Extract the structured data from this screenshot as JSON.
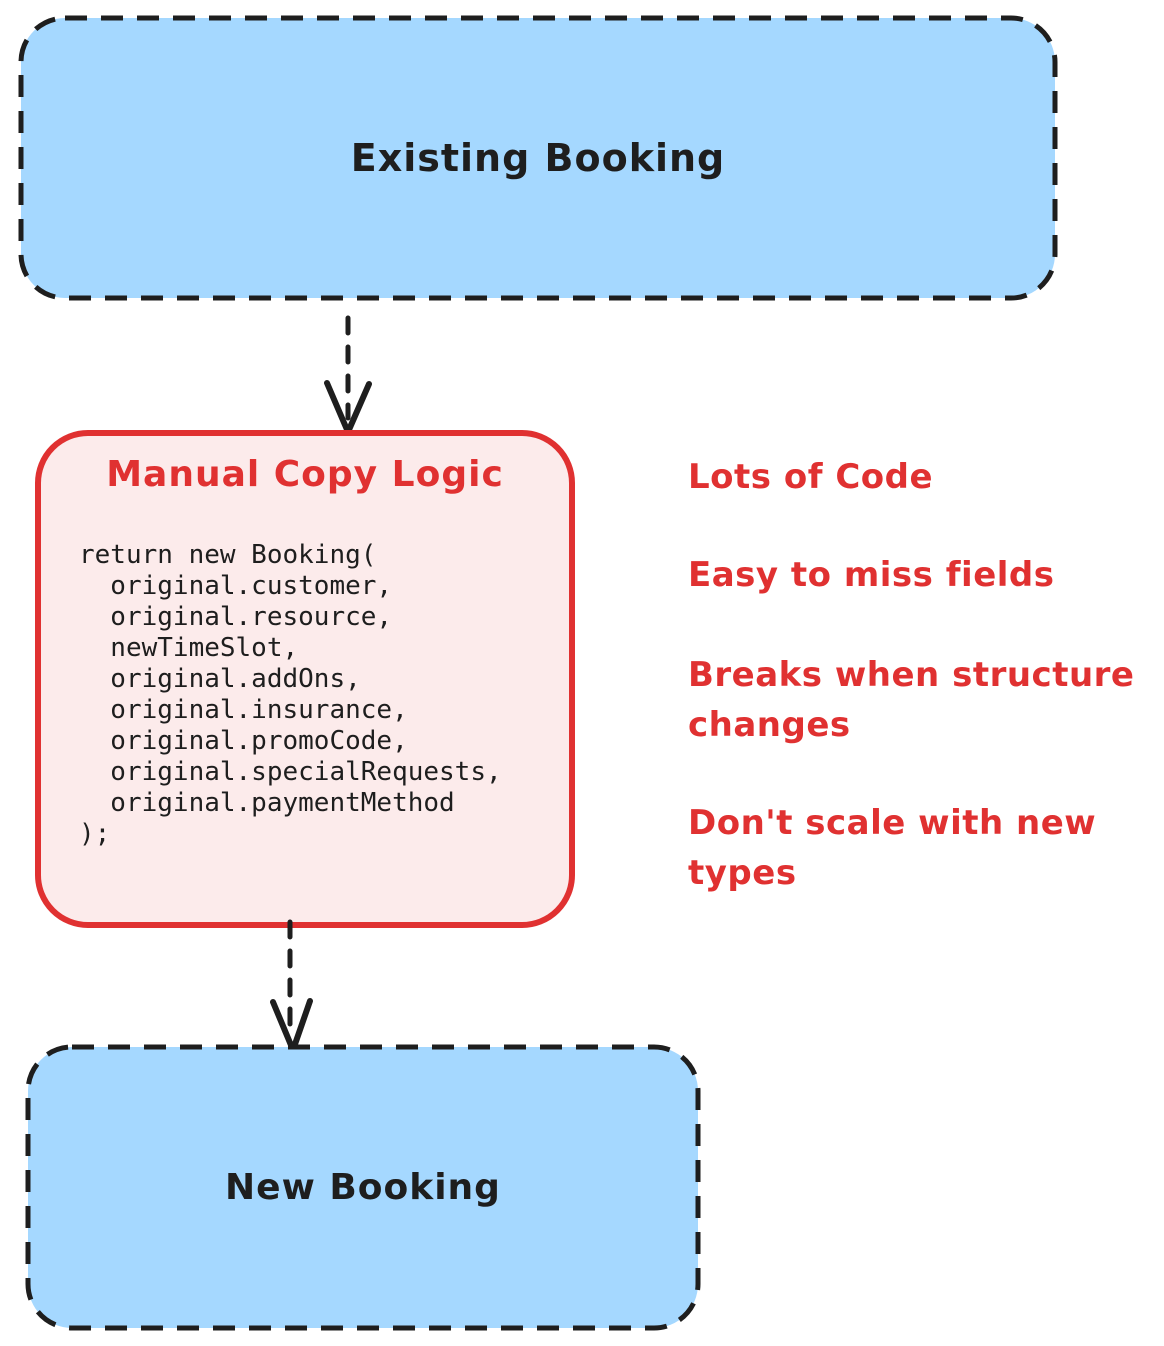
{
  "boxes": {
    "existing": {
      "label": "Existing Booking"
    },
    "manual": {
      "title": "Manual Copy Logic",
      "code": "return new Booking(\n  original.customer,\n  original.resource,\n  newTimeSlot,\n  original.addOns,\n  original.insurance,\n  original.promoCode,\n  original.specialRequests,\n  original.paymentMethod\n);"
    },
    "new": {
      "label": "New Booking"
    }
  },
  "annotations": [
    {
      "lines": [
        "Lots of Code"
      ]
    },
    {
      "lines": [
        "Easy to miss fields"
      ]
    },
    {
      "lines": [
        "Breaks when structure",
        "changes"
      ]
    },
    {
      "lines": [
        "Don't scale with new",
        "types"
      ]
    }
  ],
  "colors": {
    "blue_fill": "#a5d8ff",
    "pink_fill": "#fcebeb",
    "red_accent": "#e03131",
    "ink": "#1e1e1e"
  }
}
